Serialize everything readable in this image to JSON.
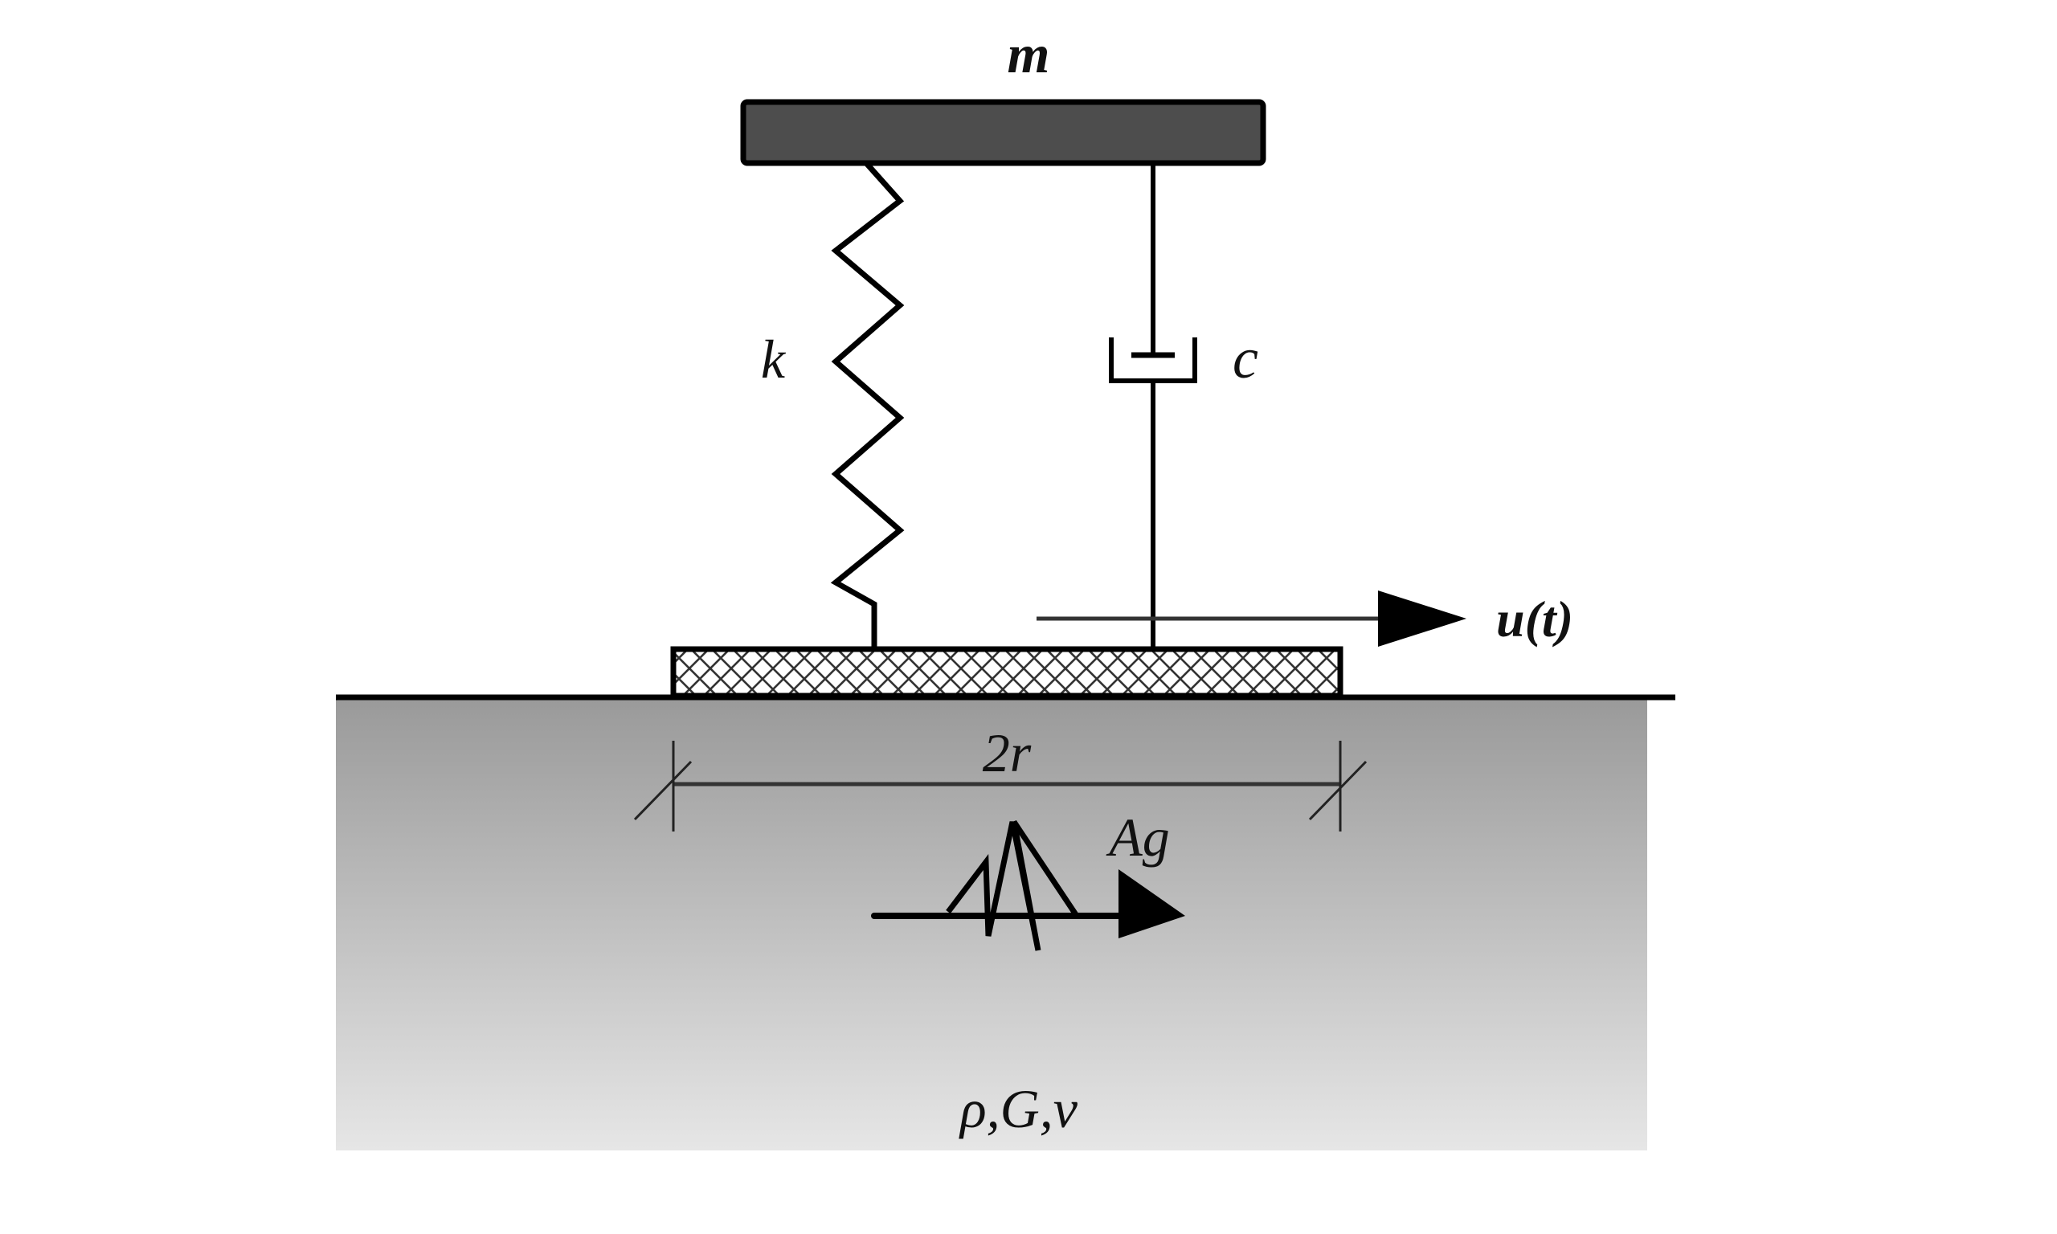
{
  "diagram": {
    "title": "Single-degree-of-freedom oscillator on a rigid circular foundation resting on an elastic half-space",
    "labels": {
      "mass": "m",
      "spring": "k",
      "damper": "c",
      "displacement": "u(t)",
      "foundation_width": "2r",
      "ground_excitation": "Ag",
      "soil_properties": "ρ,G,ν"
    },
    "components": [
      {
        "id": "mass",
        "kind": "rigid mass block"
      },
      {
        "id": "spring",
        "kind": "linear spring",
        "label_ref": "k"
      },
      {
        "id": "damper",
        "kind": "viscous dashpot",
        "label_ref": "c"
      },
      {
        "id": "foundation",
        "kind": "rigid foundation (hatched)"
      },
      {
        "id": "soil",
        "kind": "elastic half-space"
      },
      {
        "id": "excitation",
        "kind": "seismic ground motion arrow"
      }
    ],
    "colors": {
      "mass_fill": "#4d4d4d",
      "stroke": "#000000",
      "soil_top": "#9a9a9a",
      "soil_bottom": "#e6e6e6",
      "background": "#ffffff"
    }
  }
}
